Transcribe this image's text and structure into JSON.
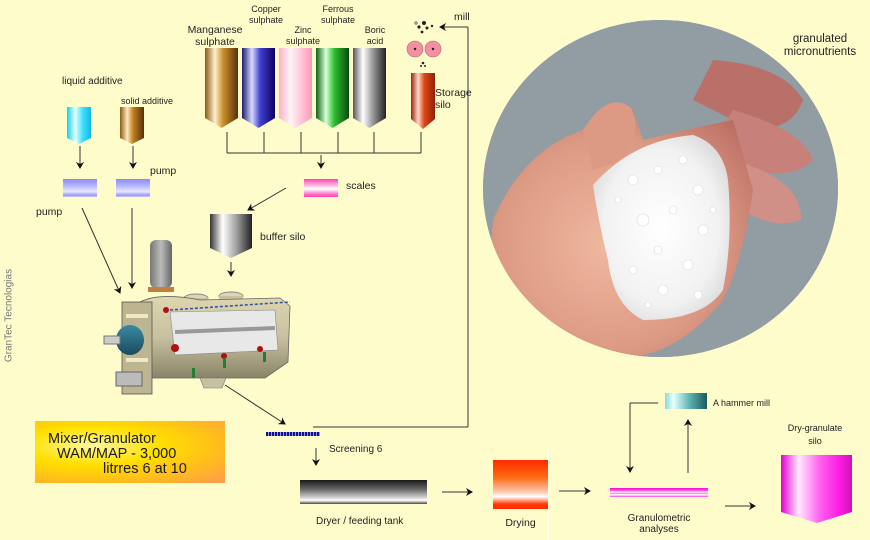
{
  "diagram": {
    "title_label": "granulated micronutrients",
    "title_line1": "granulated",
    "title_line2": "micronutrients",
    "watermark": "GranTec Tecnologias",
    "background_color": "#fffccc",
    "raw_material_silos": [
      {
        "line1": "Manganese",
        "line2": "sulphate",
        "color": "#b8862a"
      },
      {
        "line1": "Copper",
        "line2": "sulphate",
        "color": "#2a2aa8"
      },
      {
        "line1": "Zinc",
        "line2": "sulphate",
        "color": "#ffb0c8"
      },
      {
        "line1": "Ferrous",
        "line2": "sulphate",
        "color": "#2aa82a"
      },
      {
        "line1": "Boric",
        "line2": "acid",
        "color": "#888888"
      }
    ],
    "storage_silo": {
      "line1": "Storage",
      "line2": "silo",
      "color": "#d03010"
    },
    "mill_label": "mill",
    "liquid_additive_label": "liquid additive",
    "solid_additive_label": "solid additive",
    "pump_label_left": "pump",
    "pump_label_right": "pump",
    "scales_label": "scales",
    "buffer_silo_label": "buffer silo",
    "mixer": {
      "line1": "Mixer/Granulator",
      "line2": "WAM/MAP - 3,000",
      "line3": "litrres 6 at 10"
    },
    "screening_label": "Screening 6",
    "dryer_label": "Dryer / feeding tank",
    "drying_label": "Drying",
    "granulometric_line1": "Granulometric",
    "granulometric_line2": "analyses",
    "hammer_mill_label": "A hammer mill",
    "dry_silo_line1": "Dry-granulate",
    "dry_silo_line2": "silo"
  }
}
